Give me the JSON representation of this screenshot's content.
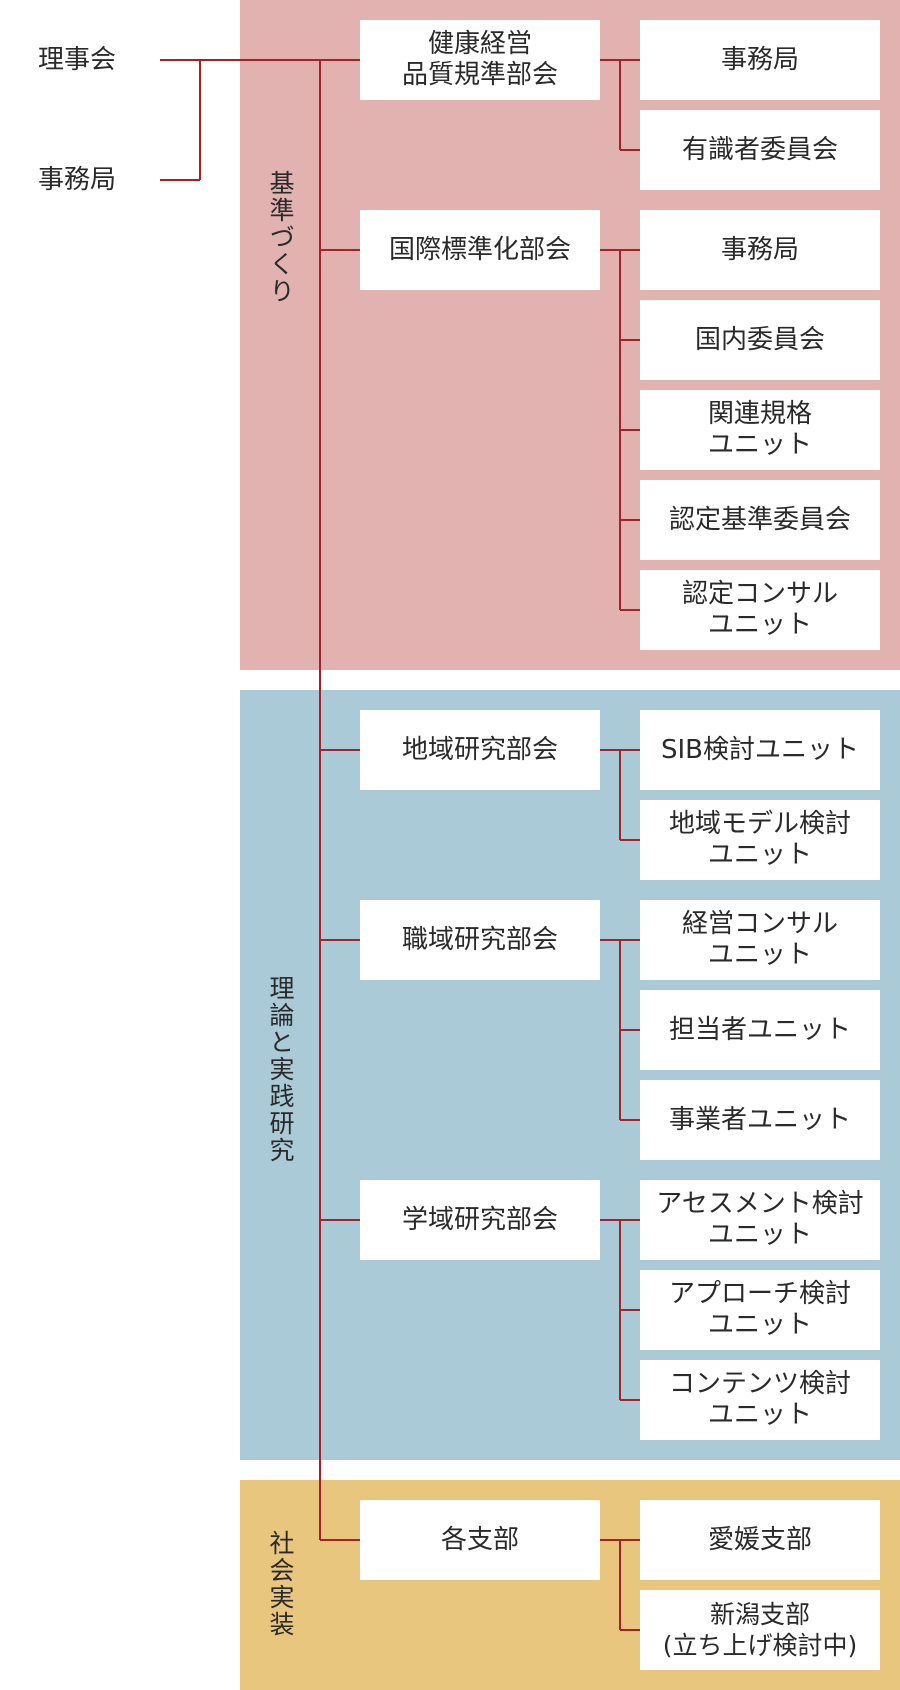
{
  "top": [
    "理事会",
    "事務局"
  ],
  "sections": [
    {
      "label": "基準づくり",
      "departments": [
        {
          "name": "健康経営\n品質規準部会",
          "units": [
            "事務局",
            "有識者委員会"
          ]
        },
        {
          "name": "国際標準化部会",
          "units": [
            "事務局",
            "国内委員会",
            "関連規格\nユニット",
            "認定基準委員会",
            "認定コンサル\nユニット"
          ]
        }
      ]
    },
    {
      "label": "理論と実践研究",
      "departments": [
        {
          "name": "地域研究部会",
          "units": [
            "SIB検討ユニット",
            "地域モデル検討\nユニット"
          ]
        },
        {
          "name": "職域研究部会",
          "units": [
            "経営コンサル\nユニット",
            "担当者ユニット",
            "事業者ユニット"
          ]
        },
        {
          "name": "学域研究部会",
          "units": [
            "アセスメント検討\nユニット",
            "アプローチ検討\nユニット",
            "コンテンツ検討\nユニット"
          ]
        }
      ]
    },
    {
      "label": "社会実装",
      "departments": [
        {
          "name": "各支部",
          "units": [
            "愛媛支部",
            "新潟支部\n(立ち上げ検討中)"
          ]
        }
      ]
    }
  ],
  "colors": {
    "line": "#a5222a",
    "section_red": "#e2b2b1",
    "section_blue": "#a9cad6",
    "section_gold": "#e8c67d"
  }
}
